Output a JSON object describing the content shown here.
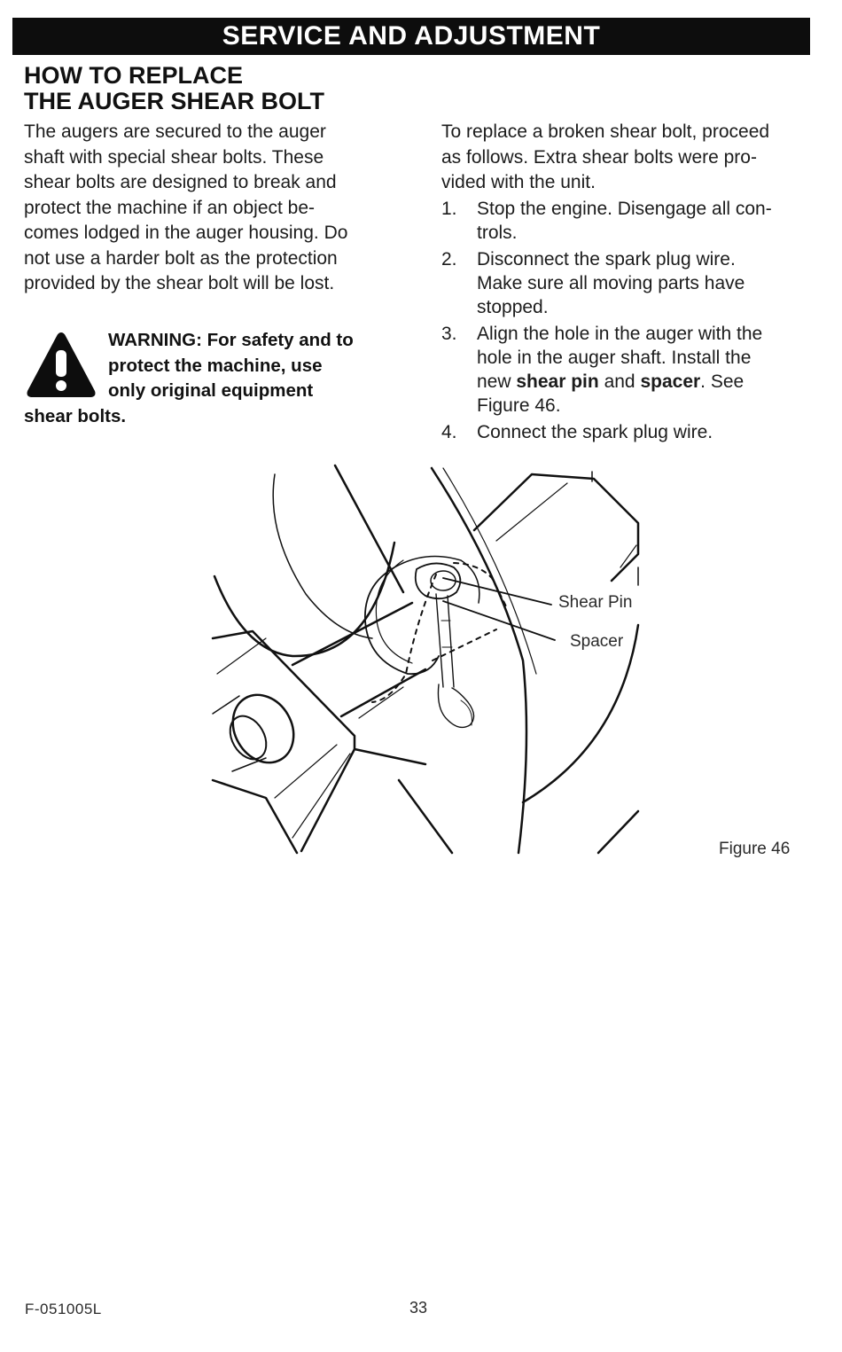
{
  "banner": {
    "title": "SERVICE AND ADJUSTMENT"
  },
  "section": {
    "heading_line1": "HOW TO REPLACE",
    "heading_line2": "THE AUGER SHEAR BOLT",
    "intro_lines": [
      "The augers are secured to the auger",
      "shaft with special shear bolts. These",
      "shear bolts are designed to break and",
      "protect the machine if an object be-",
      "comes lodged in the auger housing.  Do",
      "not use a harder bolt as the protection",
      "provided by the shear bolt will be lost."
    ]
  },
  "warning": {
    "icon": "warning-triangle-icon",
    "lines": [
      "WARNING: For safety and to",
      "protect the machine, use",
      "only original equipment",
      "shear bolts."
    ]
  },
  "procedure": {
    "intro_lines": [
      "To replace a broken shear bolt, proceed",
      "as follows. Extra shear bolts were pro-",
      "vided with the unit."
    ],
    "steps": [
      {
        "num": "1.",
        "lines": [
          "Stop the engine. Disengage all con-",
          "trols."
        ]
      },
      {
        "num": "2.",
        "lines": [
          "Disconnect the spark plug wire.",
          "Make sure all moving parts have",
          "stopped."
        ]
      },
      {
        "num": "3.",
        "line1": "Align the hole in the auger with the",
        "line2": "hole in the auger shaft. Install the",
        "line3_a": "new ",
        "line3_b": "shear pin",
        "line3_c": " and ",
        "line3_d": "spacer",
        "line3_e": ". See",
        "line4": "Figure 46."
      },
      {
        "num": "4.",
        "lines": [
          "Connect the spark plug wire."
        ]
      }
    ]
  },
  "figure": {
    "callouts": {
      "shear_pin": "Shear Pin",
      "spacer": "Spacer"
    },
    "caption": "Figure 46"
  },
  "footer": {
    "code": "F-051005L",
    "page": "33"
  }
}
